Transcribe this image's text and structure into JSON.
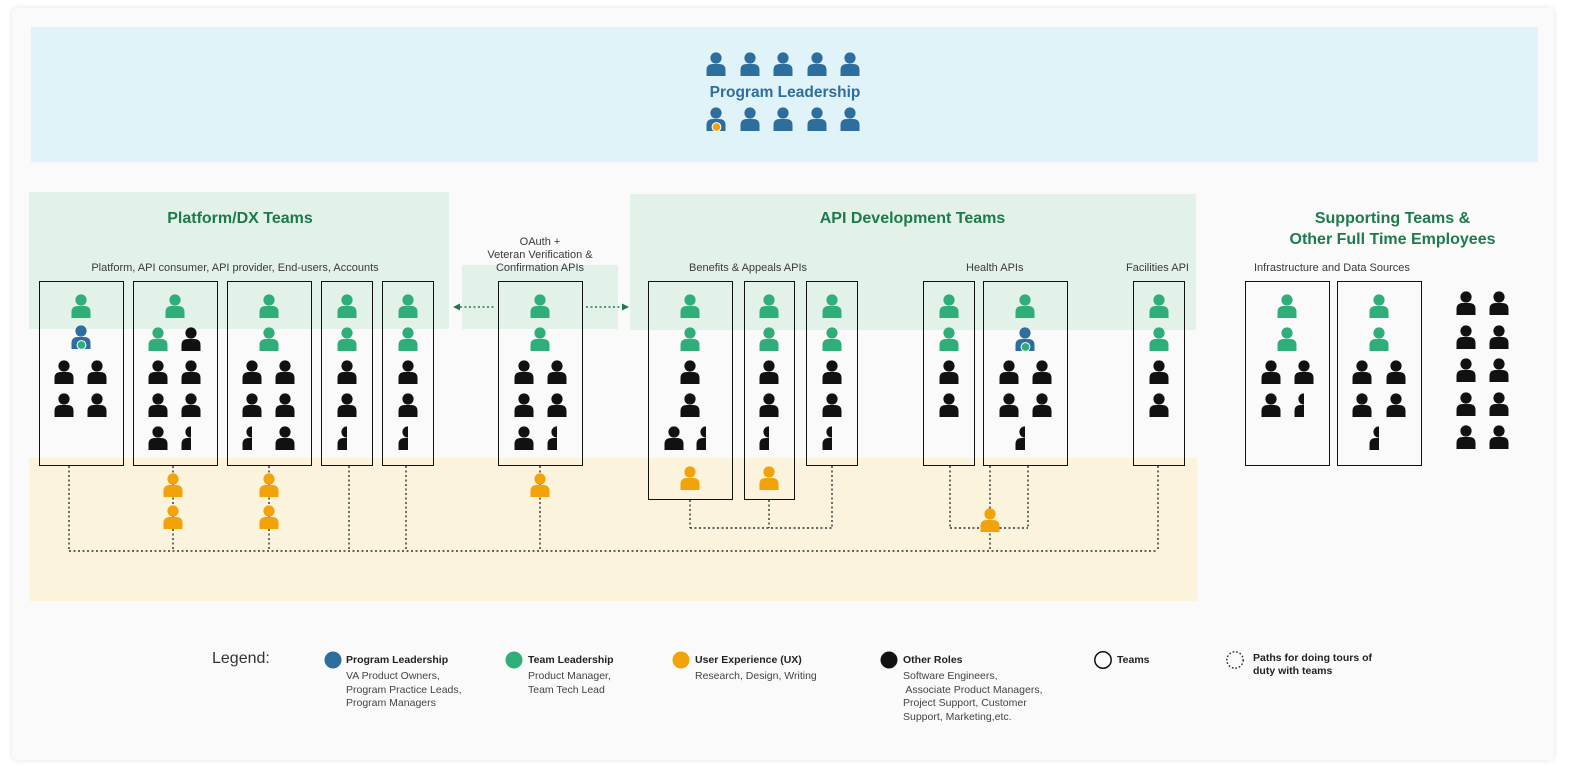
{
  "leadership": {
    "title": "Program Leadership"
  },
  "platform": {
    "title": "Platform/DX Teams",
    "subtitle": "Platform, API consumer, API provider, End-users, Accounts"
  },
  "oauth": {
    "label_lines": [
      "OAuth +",
      "Veteran Verification &",
      "Confirmation APIs"
    ]
  },
  "api_dev": {
    "title": "API Development Teams",
    "benefits": "Benefits & Appeals APIs",
    "health": "Health APIs",
    "facilities": "Facilities API"
  },
  "supporting": {
    "title_lines": [
      "Supporting Teams &",
      "Other Full Time Employees"
    ],
    "subtitle": "Infrastructure and Data Sources"
  },
  "legend": {
    "heading": "Legend:",
    "items": [
      {
        "name": "Program Leadership",
        "desc": "VA Product Owners,\nProgram Practice Leads,\nProgram Managers",
        "color": "#2e6e9e"
      },
      {
        "name": "Team Leadership",
        "desc": "Product Manager,\nTeam Tech Lead",
        "color": "#2fae7a"
      },
      {
        "name": "User Experience (UX)",
        "desc": "Research, Design, Writing",
        "color": "#f2a20a"
      },
      {
        "name": "Other Roles",
        "desc": "Software Engineers,\n Associate Product Managers,\nProject Support, Customer\nSupport, Marketing,etc.",
        "color": "#111111"
      },
      {
        "name": "Teams",
        "desc": "",
        "color": "#ffffff"
      },
      {
        "name": "Paths for doing tours of\nduty with teams",
        "desc": "",
        "color": "dotted"
      }
    ]
  },
  "colors": {
    "program_leadership": "#2e6e9e",
    "team_leadership": "#2fae7a",
    "ux": "#f2a20a",
    "other": "#111111",
    "band_blue": "#e0f3f8",
    "band_green": "#e3f2e9",
    "band_yellow": "#fbf3dc",
    "title_green": "#1e7a4c"
  }
}
